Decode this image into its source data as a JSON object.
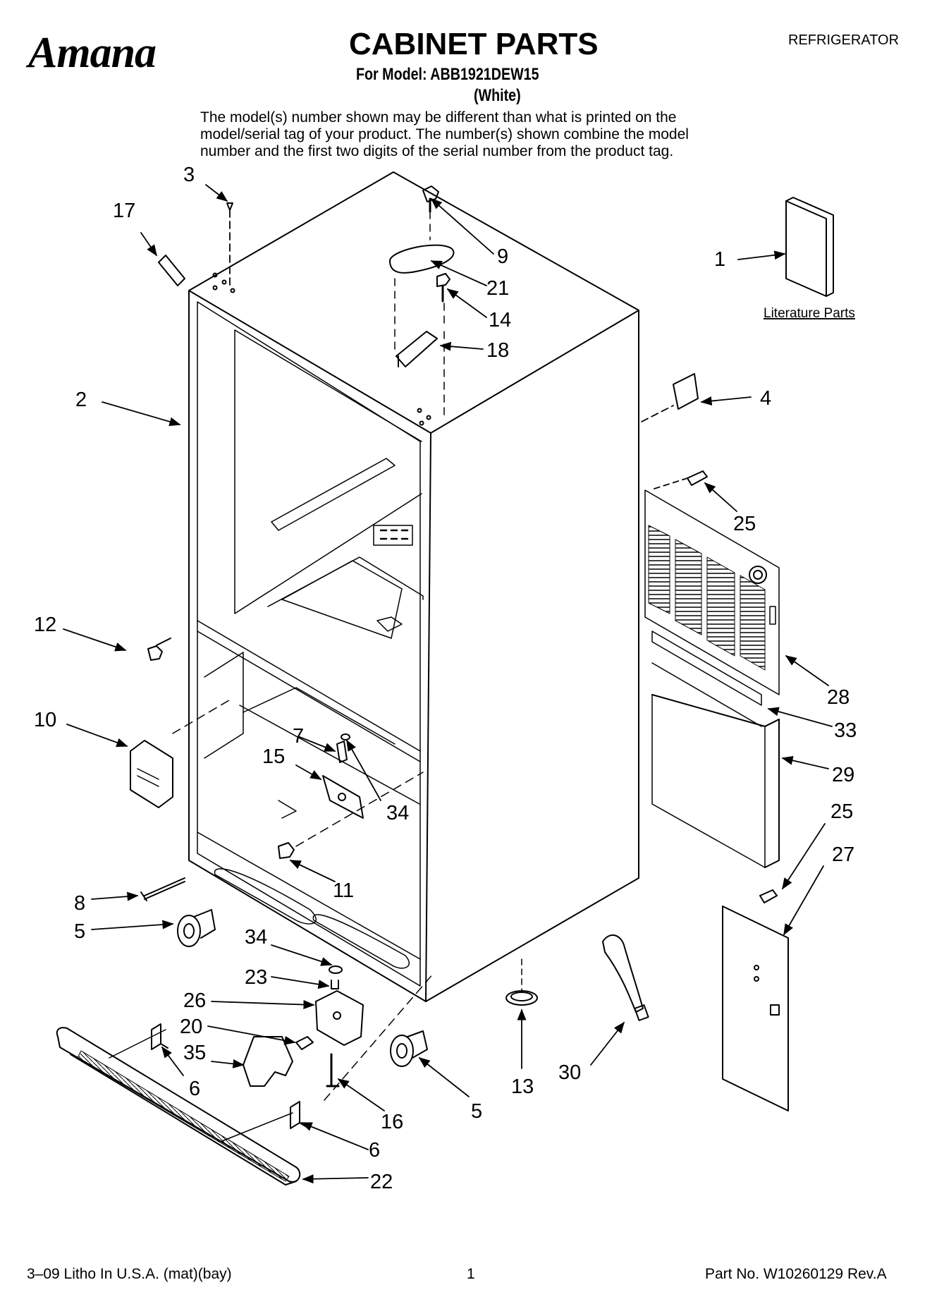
{
  "header": {
    "brand": "Amana",
    "title": "CABINET PARTS",
    "model_line": "For Model: ABB1921DEW15",
    "variant": "(White)",
    "category": "REFRIGERATOR"
  },
  "notice": [
    "The model(s) number shown may be different than what is printed on the",
    "model/serial tag of your product. The number(s) shown combine the model",
    "number and the first two digits of the serial number from the product tag."
  ],
  "literature_parts_label": "Literature Parts",
  "callouts": {
    "c1": "1",
    "c2": "2",
    "c3": "3",
    "c4": "4",
    "c5a": "5",
    "c5b": "5",
    "c6a": "6",
    "c6b": "6",
    "c7": "7",
    "c8": "8",
    "c9": "9",
    "c10": "10",
    "c11": "11",
    "c12": "12",
    "c13": "13",
    "c14": "14",
    "c15": "15",
    "c16": "16",
    "c17": "17",
    "c18": "18",
    "c20": "20",
    "c21": "21",
    "c22": "22",
    "c23": "23",
    "c25a": "25",
    "c25b": "25",
    "c26": "26",
    "c27": "27",
    "c28": "28",
    "c29": "29",
    "c30": "30",
    "c33": "33",
    "c34a": "34",
    "c34b": "34",
    "c35": "35"
  },
  "footer": {
    "left": "3–09 Litho In U.S.A. (mat)(bay)",
    "center": "1",
    "right": "Part No. W10260129 Rev.A"
  }
}
